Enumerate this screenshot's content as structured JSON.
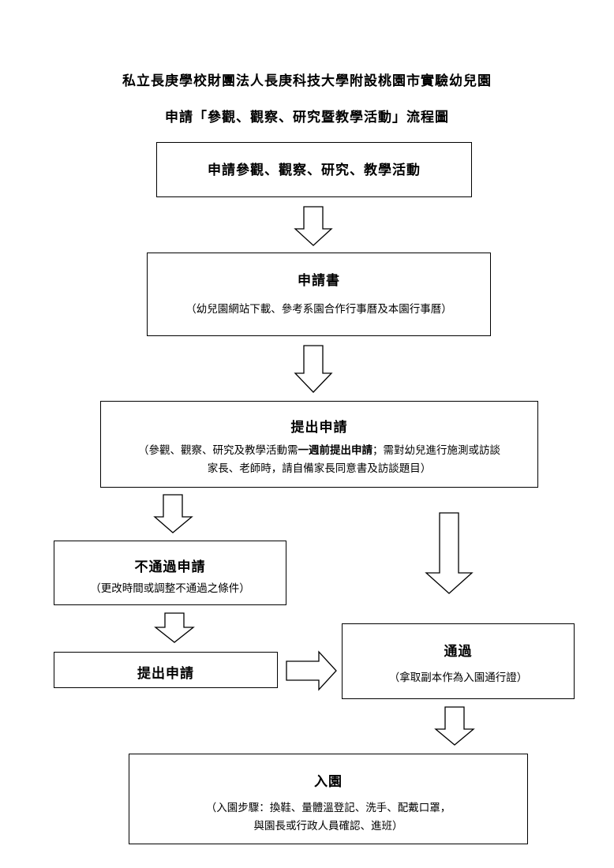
{
  "header": {
    "title_line1": "私立長庚學校財團法人長庚科技大學附設桃園市實驗幼兒園",
    "title_line2": "申請「參觀、觀察、研究暨教學活動」流程圖"
  },
  "steps": {
    "apply_visit": {
      "heading": "申請參觀、觀察、研究、教學活動"
    },
    "application_form": {
      "heading": "申請書",
      "note": "（幼兒園網站下載、參考系園合作行事曆及本園行事曆）"
    },
    "submit_application": {
      "heading": "提出申請",
      "note_prefix": "（參觀、觀察、研究及教學活動需",
      "note_bold": "一週前提出申請",
      "note_suffix": "；需對幼兒進行施測或訪談",
      "note_line2": "家長、老師時，請自備家長同意書及訪談題目）"
    },
    "rejected": {
      "heading": "不通過申請",
      "note": "（更改時間或調整不通過之條件）"
    },
    "resubmit": {
      "heading": "提出申請"
    },
    "approved": {
      "heading": "通過",
      "note": "（拿取副本作為入園通行證）"
    },
    "enter": {
      "heading": "入園",
      "note_line1": "（入園步驟：換鞋、量體溫登記、洗手、配戴口罩，",
      "note_line2": "與園長或行政人員確認、進班）"
    }
  }
}
